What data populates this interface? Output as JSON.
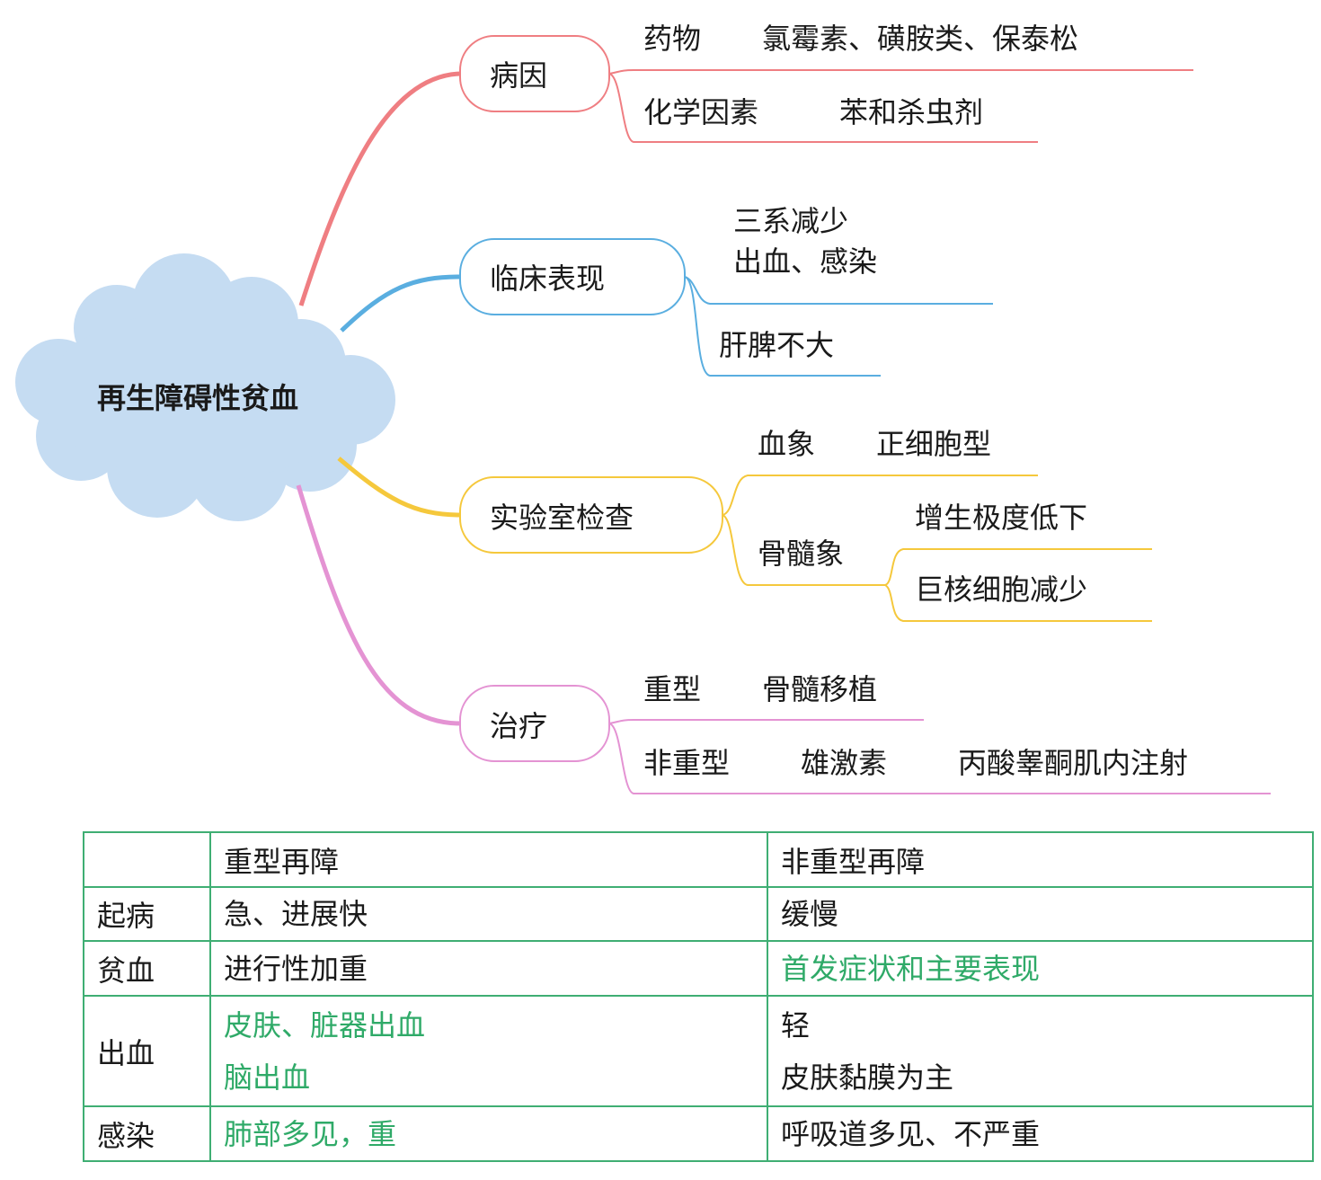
{
  "colors": {
    "branch_cause": "#ef7e82",
    "branch_clinical": "#5aaee0",
    "branch_lab": "#f5c83c",
    "branch_treatment": "#e493d3",
    "cloud": "#c5dcf2",
    "table_border": "#3fae73",
    "highlight_text": "#2faa68"
  },
  "mindmap": {
    "root": "再生障碍性贫血",
    "cause": {
      "label": "病因",
      "drug_label": "药物",
      "drug_value": "氯霉素、磺胺类、保泰松",
      "chem_label": "化学因素",
      "chem_value": "苯和杀虫剂"
    },
    "clinical": {
      "label": "临床表现",
      "item1_line1": "三系减少",
      "item1_line2": "出血、感染",
      "item2": "肝脾不大"
    },
    "lab": {
      "label": "实验室检查",
      "blood_label": "血象",
      "blood_value": "正细胞型",
      "marrow_label": "骨髓象",
      "marrow_value1": "增生极度低下",
      "marrow_value2": "巨核细胞减少"
    },
    "treatment": {
      "label": "治疗",
      "severe_label": "重型",
      "severe_value": "骨髓移植",
      "nonsevere_label": "非重型",
      "nonsevere_value": "雄激素",
      "nonsevere_detail": "丙酸睾酮肌内注射"
    }
  },
  "table": {
    "header": {
      "blank": "",
      "severe": "重型再障",
      "nonsevere": "非重型再障"
    },
    "rows": [
      {
        "label": "起病",
        "severe": [
          "急、进展快"
        ],
        "nonsevere": [
          "缓慢"
        ]
      },
      {
        "label": "贫血",
        "severe": [
          "进行性加重"
        ],
        "nonsevere": [
          "首发症状和主要表现"
        ]
      },
      {
        "label": "出血",
        "severe": [
          "皮肤、脏器出血",
          "脑出血"
        ],
        "nonsevere": [
          "轻",
          "皮肤黏膜为主"
        ]
      },
      {
        "label": "感染",
        "severe": [
          "肺部多见，重"
        ],
        "nonsevere": [
          "呼吸道多见、不严重"
        ]
      }
    ]
  }
}
